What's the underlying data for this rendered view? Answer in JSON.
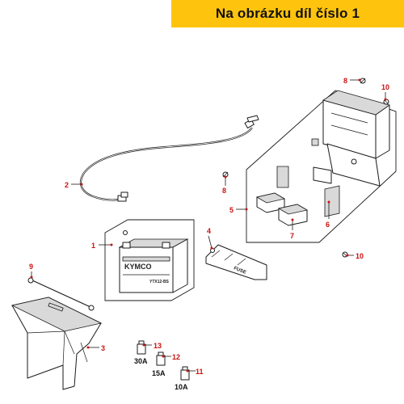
{
  "banner": {
    "text": "Na obrázku díl číslo 1"
  },
  "battery": {
    "brand": "KYMCO",
    "code_text": "YTX12-BS"
  },
  "fuse_strip": {
    "label": "FUSE"
  },
  "callouts": {
    "c1": "1",
    "c2": "2",
    "c3": "3",
    "c4": "4",
    "c5": "5",
    "c6": "6",
    "c7": "7",
    "c8a": "8",
    "c8b": "8",
    "c9": "9",
    "c10a": "10",
    "c10b": "10",
    "c11": "11",
    "c12": "12",
    "c13": "13"
  },
  "fuses": {
    "f13": "30A",
    "f12": "15A",
    "f11": "10A"
  },
  "colors": {
    "banner": "#fec40d",
    "callout": "#cc1111"
  }
}
